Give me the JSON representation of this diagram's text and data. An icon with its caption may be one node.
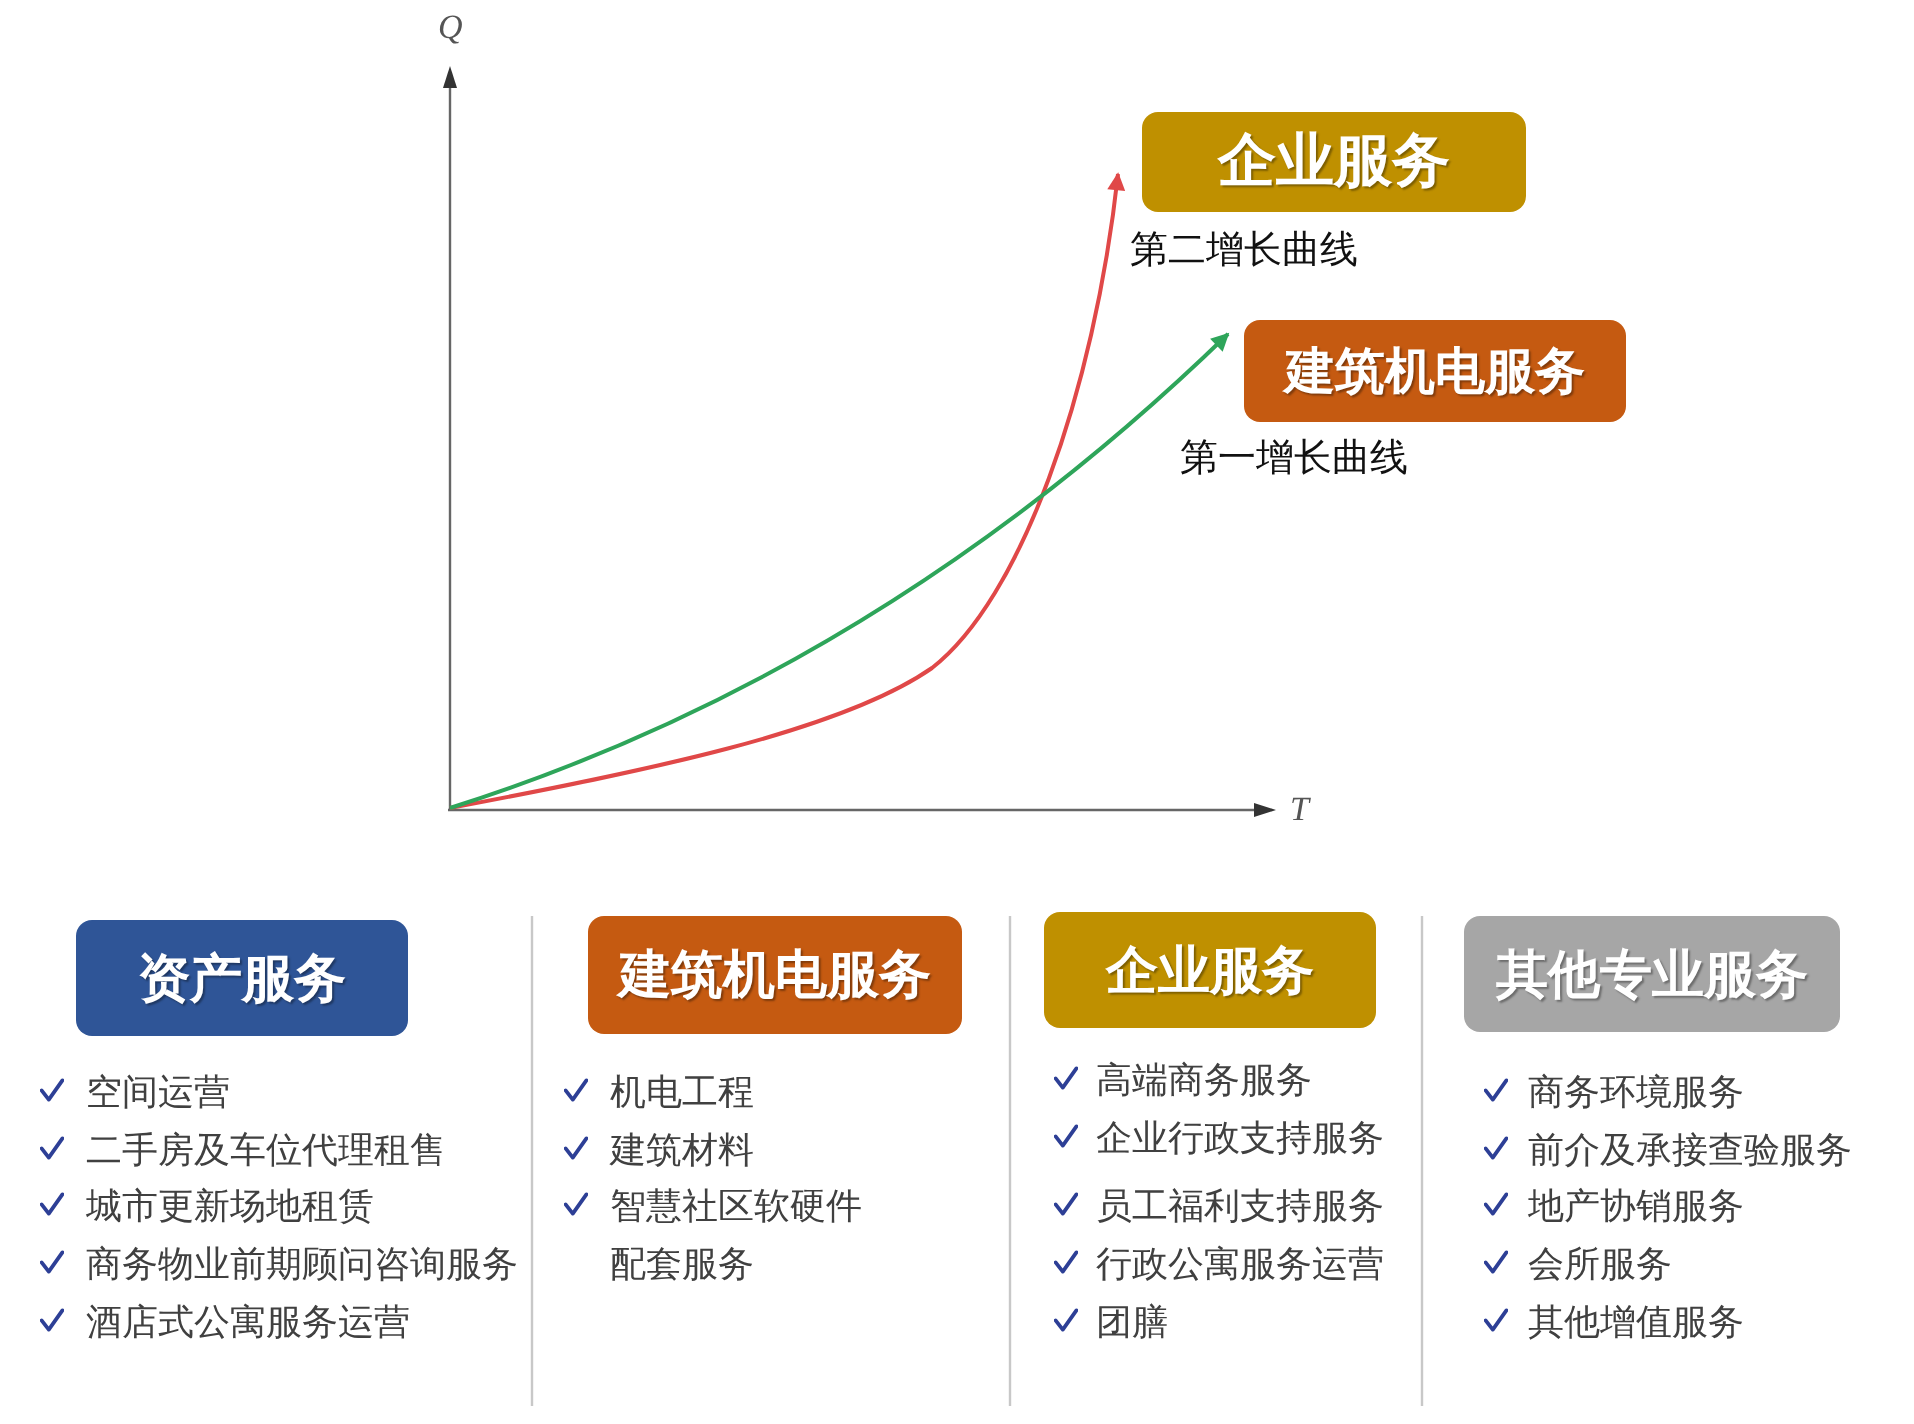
{
  "diagram": {
    "nodes": [
      {
        "text": [
          "企业服务"
        ]
      },
      {
        "text": [
          "建筑机电服务"
        ]
      },
      {
        "text": [
          "资产服务"
        ],
        "beside": [
          "空间运营",
          "二手房及车位代理租售",
          "城市更新场地租赁",
          "商务物业前期顾问咨询服务",
          "酒店式公寓服务运营"
        ]
      },
      {
        "text": [
          "建筑机电服务"
        ],
        "beside": [
          "机电工程",
          "建筑材料",
          "智慧社区软硬件配套服务"
        ]
      },
      {
        "text": [
          "企业服务"
        ],
        "beside": [
          "高端商务服务",
          "企业行政支持服务",
          "员工福利支持服务",
          "行政公寓服务运营",
          "团膳"
        ]
      },
      {
        "text": [
          "其他专业服务"
        ],
        "beside": [
          "商务环境服务",
          "前介及承接查验服务",
          "地产协销服务",
          "会所服务",
          "其他增值服务"
        ]
      }
    ],
    "edges": [
      {
        "from": null,
        "to": 0,
        "arrow": "to",
        "label": "第二增长曲线",
        "color": "#e04848"
      },
      {
        "from": null,
        "to": 1,
        "arrow": "to",
        "label": "第一增长曲线",
        "color": "#2ea55a"
      }
    ],
    "labels": [
      "Q",
      "T"
    ]
  }
}
